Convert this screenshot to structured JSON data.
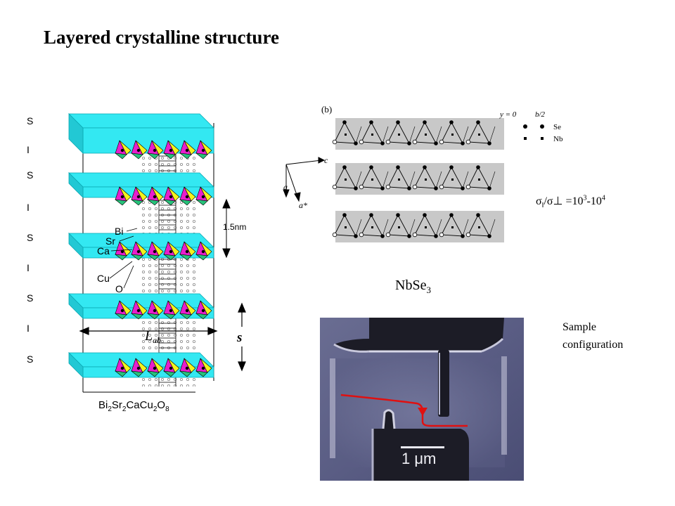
{
  "title": "Layered crystalline structure",
  "stack": {
    "layer_letters": [
      "S",
      "I",
      "S",
      "I",
      "S",
      "I",
      "S",
      "I",
      "S"
    ],
    "atom_labels": [
      "Bi",
      "Sr",
      "Ca",
      "Cu",
      "O"
    ],
    "scale_label": "1.5nm",
    "lab_label": "L",
    "lab_subscript": "ab",
    "s_label": "s",
    "formula": {
      "a": "Bi",
      "a_sub": "2",
      "b": "Sr",
      "b_sub": "2",
      "c": "CaCu",
      "c_sub": "2",
      "d": "O",
      "d_sub": "8"
    },
    "colors": {
      "layer": "#33e8f2",
      "pyramid_magenta": "#e81ecc",
      "pyramid_yellow": "#f4f21c",
      "pyramid_green": "#27c27a"
    }
  },
  "nbse": {
    "panel_label": "(b)",
    "y_header": "y = 0",
    "b_header": "b/2",
    "legend": [
      "Se",
      "Nb"
    ],
    "axes": [
      "c",
      "a",
      "a*"
    ],
    "caption_main": "NbSe",
    "caption_sub": "3",
    "ratio": {
      "sigma": "σ",
      "par": "‖",
      "slash": "/σ",
      "perp": "⊥",
      "eq": " =10",
      "exp1": "3",
      "dash": "-10",
      "exp2": "4"
    }
  },
  "micrograph": {
    "scale_label": "1 μm",
    "caption": [
      "Sample",
      "configuration"
    ],
    "arrow_color": "#e01010"
  }
}
